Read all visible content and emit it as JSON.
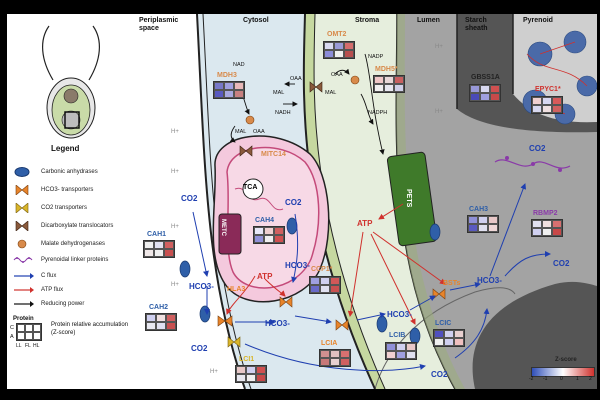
{
  "legend": {
    "title": "Legend",
    "items": [
      {
        "label": "Carbonic anhydrases",
        "icon": "blue-ellipse-icon",
        "color": "#2f5fa8"
      },
      {
        "label": "HCO3- transporters",
        "icon": "orange-transporter-icon",
        "color": "#e8842a"
      },
      {
        "label": "CO2 transporters",
        "icon": "yellow-transporter-icon",
        "color": "#d9b52a"
      },
      {
        "label": "Dicarboxylate translocators",
        "icon": "brown-transporter-icon",
        "color": "#8a5a3c"
      },
      {
        "label": "Malate dehydrogenases",
        "icon": "orange-circle-icon",
        "color": "#d88a4a"
      },
      {
        "label": "Pyrenoidal linker proteins",
        "icon": "purple-linker-icon",
        "color": "#8a3aa8"
      },
      {
        "label": "C flux",
        "icon": "blue-arrow-icon",
        "color": "#1f3fb0"
      },
      {
        "label": "ATP flux",
        "icon": "red-arrow-icon",
        "color": "#d0312d"
      },
      {
        "label": "Reducing power",
        "icon": "black-arrow-icon",
        "color": "#111111"
      },
      {
        "label": "Protein relative accumulation (Z-score)",
        "icon": "heatmap-key-icon",
        "color": "#555555"
      }
    ],
    "key": {
      "title": "Protein",
      "rows": [
        "C",
        "A"
      ],
      "cols": [
        "LL",
        "FL",
        "HL"
      ]
    }
  },
  "regions": {
    "periplasm": "Periplasmic space",
    "cytosol": "Cytosol",
    "stroma": "Stroma",
    "lumen": "Lumen",
    "starch": "Starch sheath",
    "pyrenoid": "Pyrenoid"
  },
  "labels": {
    "tca": "TCA",
    "metc": "METC",
    "pets": "PETS",
    "atp": "ATP",
    "hplus": "H+",
    "nad": "NAD",
    "nadh": "NADH",
    "nadp": "NADP",
    "nadph": "NADPH",
    "oaa": "OAA",
    "mal": "MAL"
  },
  "molecules": {
    "co2": "CO2",
    "hco3": "HCO3-"
  },
  "proteins": {
    "OMT2": {
      "label": "OMT2",
      "color": "#d88a4a",
      "cells": [
        "#d9d9f0",
        "#9a9ad6",
        "#d46d6d",
        "#8c8cd8",
        "#f0f0f0",
        "#b84f4f"
      ]
    },
    "MDH3": {
      "label": "MDH3",
      "color": "#d88a4a",
      "cells": [
        "#7878c8",
        "#a0a0e0",
        "#e8b8b8",
        "#5a5ac0",
        "#a8a8e0",
        "#c88080"
      ]
    },
    "MDH5": {
      "label": "MDH5*",
      "color": "#d88a4a",
      "cells": [
        "#f0c8c8",
        "#e8d8d8",
        "#c86060",
        "#f0f0f0",
        "#e8e8f0",
        "#d0d0e8"
      ]
    },
    "MITC14": {
      "label": "MITC14",
      "color": "#d88a4a"
    },
    "GBSS1A": {
      "label": "GBSS1A",
      "color": "#222222",
      "cells": [
        "#9898d8",
        "#d8d8f0",
        "#d05050",
        "#4a4ab8",
        "#a0a0e0",
        "#c84a4a"
      ]
    },
    "EPYC1": {
      "label": "EPYC1*",
      "color": "#d0312d",
      "cells": [
        "#f0d0d0",
        "#d8d8f0",
        "#d85a5a",
        "#d8d8f0",
        "#f0e0e0",
        "#d06060"
      ]
    },
    "CAH4": {
      "label": "CAH4",
      "color": "#2f5fa8",
      "cells": [
        "#e8e8f8",
        "#f0d0d0",
        "#d06060",
        "#9090d8",
        "#f0f0f0",
        "#d05050"
      ]
    },
    "CAH3": {
      "label": "CAH3",
      "color": "#2f5fa8",
      "cells": [
        "#9090d8",
        "#d0d0f0",
        "#e8c8c8",
        "#5a5ac0",
        "#e0e0f0",
        "#f0d8d8"
      ]
    },
    "RBMP2": {
      "label": "RBMP2",
      "color": "#8a3aa8",
      "cells": [
        "#e0e0f0",
        "#f0e0e0",
        "#d87070",
        "#d0d0f0",
        "#f0f0f0",
        "#c84848"
      ]
    },
    "CAH1": {
      "label": "CAH1",
      "color": "#2f5fa8",
      "cells": [
        "#f0f0f0",
        "#e0e0f0",
        "#d06060",
        "#f0e8e8",
        "#f0f0f0",
        "#c85050"
      ]
    },
    "CCP1": {
      "label": "CCP1*",
      "color": "#d88a4a",
      "cells": [
        "#a0a0e0",
        "#d0d0f0",
        "#d05858",
        "#6a6ac8",
        "#e0e0f0",
        "#c85050"
      ]
    },
    "HLA3": {
      "label": "HLA3",
      "color": "#e8842a"
    },
    "CAH2": {
      "label": "CAH2",
      "color": "#2f5fa8",
      "cells": [
        "#d0d0f0",
        "#f0e0e0",
        "#d06060",
        "#e8e8f0",
        "#e0e0f0",
        "#c85050"
      ]
    },
    "LCIA": {
      "label": "LCIA",
      "color": "#e8842a",
      "cells": [
        "#d09090",
        "#e0c0c0",
        "#d87070",
        "#c87878",
        "#e8d0d0",
        "#d06060"
      ]
    },
    "LCIB": {
      "label": "LCIB",
      "color": "#2f5fa8",
      "cells": [
        "#9090d8",
        "#d0d0f0",
        "#e8c8c8",
        "#f0d0d0",
        "#a0a0e0",
        "#e0e0f0"
      ]
    },
    "LCIC": {
      "label": "LCIC",
      "color": "#2f5fa8",
      "cells": [
        "#5050c0",
        "#d0d0f0",
        "#e8d0d0",
        "#f0f0f0",
        "#d0d0f0",
        "#f0c0c0"
      ]
    },
    "BSTs": {
      "label": "BSTs",
      "color": "#e8842a"
    },
    "LCI1": {
      "label": "LCI1",
      "color": "#d9b52a",
      "cells": [
        "#e8c8c8",
        "#d0d0f0",
        "#d05050",
        "#e8e8f0",
        "#f0f0f0",
        "#c84848"
      ]
    }
  },
  "zscore": {
    "title": "Z-score",
    "ticks": [
      "-2",
      "-1",
      "0",
      "1",
      "2"
    ]
  }
}
